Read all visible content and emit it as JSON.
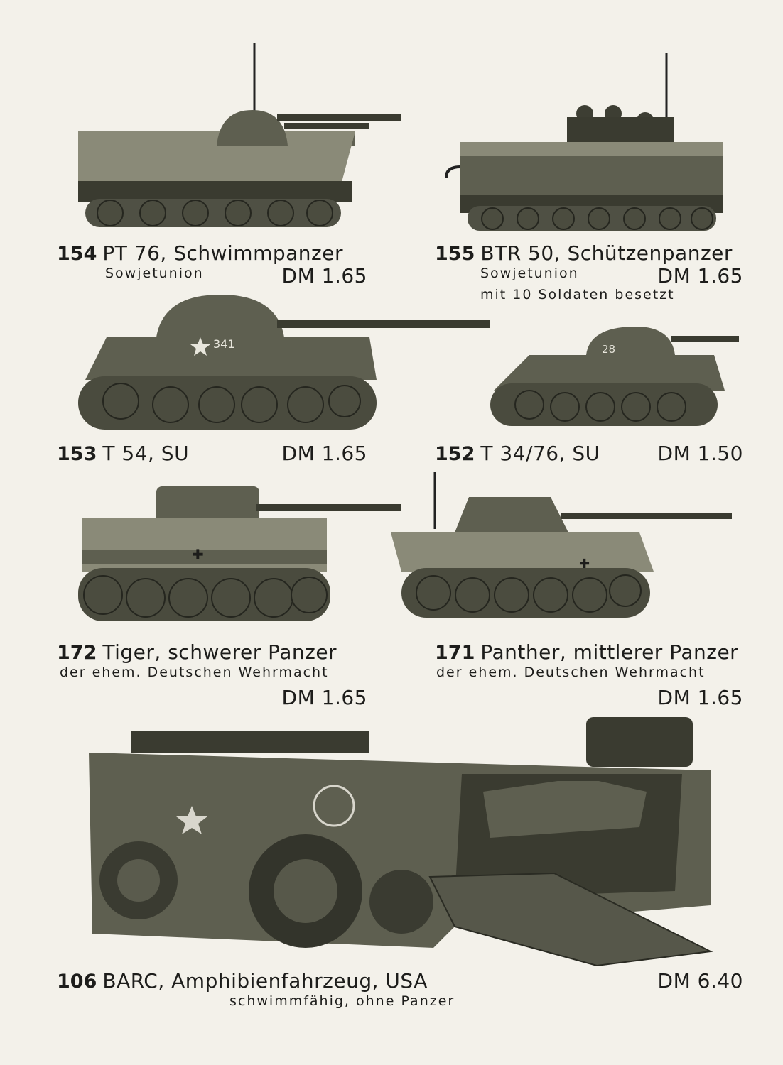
{
  "items": {
    "i154": {
      "number": "154",
      "name": "PT 76, Schwimmpanzer",
      "origin": "Sowjetunion",
      "price": "DM 1.65"
    },
    "i155": {
      "number": "155",
      "name": "BTR 50, Schützenpanzer",
      "origin": "Sowjetunion",
      "price": "DM 1.65",
      "note": "mit 10 Soldaten besetzt"
    },
    "i153": {
      "number": "153",
      "name": "T 54, SU",
      "price": "DM 1.65",
      "marking": "341"
    },
    "i152": {
      "number": "152",
      "name": "T 34/76, SU",
      "price": "DM 1.50",
      "marking": "28"
    },
    "i172": {
      "number": "172",
      "name": "Tiger, schwerer Panzer",
      "origin": "der ehem. Deutschen Wehrmacht",
      "price": "DM 1.65"
    },
    "i171": {
      "number": "171",
      "name": "Panther, mittlerer Panzer",
      "origin": "der ehem. Deutschen Wehrmacht",
      "price": "DM 1.65"
    },
    "i106": {
      "number": "106",
      "name": "BARC, Amphibienfahrzeug, USA",
      "note": "schwimmfähig, ohne Panzer",
      "price": "DM 6.40"
    }
  },
  "colors": {
    "paper": "#f3f1ea",
    "ink": "#1d1d1b",
    "olive": "#5e5f50"
  }
}
